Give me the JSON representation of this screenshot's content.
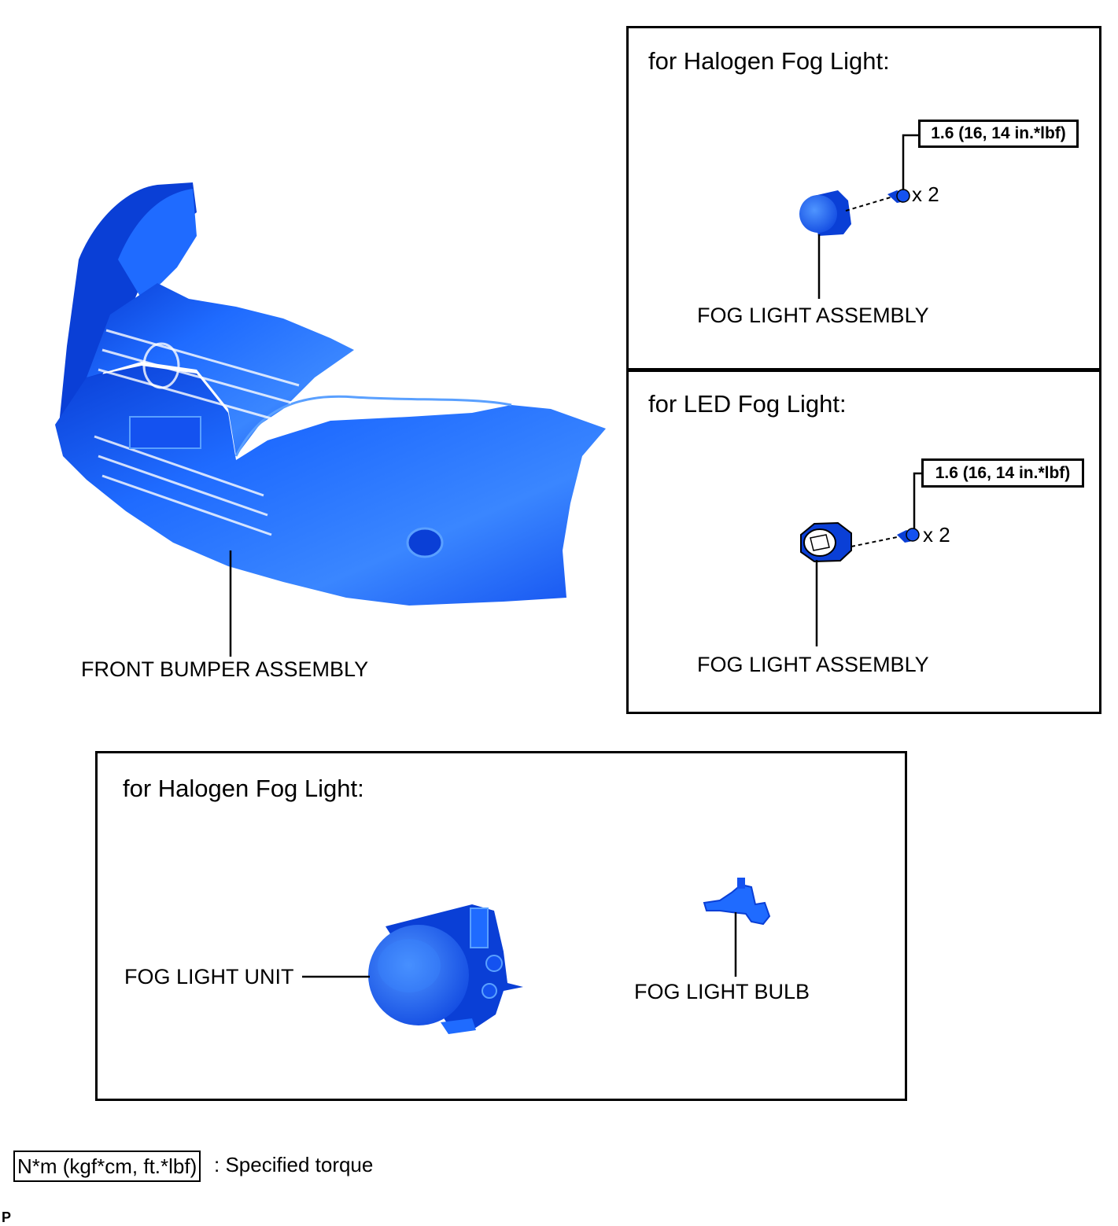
{
  "colors": {
    "part_fill": "#1f6bff",
    "part_dark": "#0a3fd6",
    "part_light": "#5aa0ff",
    "line": "#000000"
  },
  "front_bumper": {
    "label": "FRONT BUMPER ASSEMBLY"
  },
  "halogen_panel": {
    "title": "for Halogen Fog Light:",
    "torque": "1.6 (16, 14 in.*lbf)",
    "qty": "x 2",
    "part_label": "FOG LIGHT ASSEMBLY"
  },
  "led_panel": {
    "title": "for LED Fog Light:",
    "torque": "1.6 (16, 14 in.*lbf)",
    "qty": "x 2",
    "part_label": "FOG LIGHT ASSEMBLY"
  },
  "bottom_panel": {
    "title": "for Halogen Fog Light:",
    "unit_label": "FOG LIGHT UNIT",
    "bulb_label": "FOG LIGHT BULB"
  },
  "legend": {
    "box": "N*m (kgf*cm, ft.*lbf)",
    "text": ": Specified torque"
  },
  "corner_mark": "P"
}
